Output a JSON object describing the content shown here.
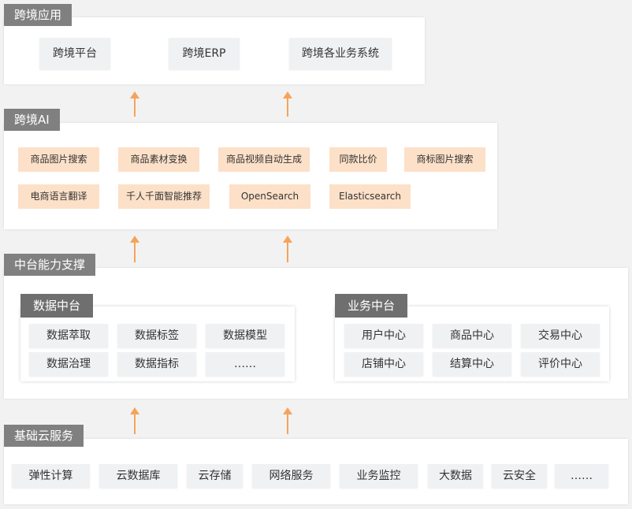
{
  "layers": {
    "app": {
      "title": "跨境应用",
      "items": [
        "跨境平台",
        "跨境ERP",
        "跨境各业务系统"
      ]
    },
    "ai": {
      "title": "跨境AI",
      "row1": [
        "商品图片搜索",
        "商品素材变换",
        "商品视频自动生成",
        "同款比价",
        "商标图片搜索"
      ],
      "row2": [
        "电商语言翻译",
        "千人千面智能推荐",
        "OpenSearch",
        "Elasticsearch"
      ]
    },
    "middle": {
      "title": "中台能力支撑",
      "data": {
        "title": "数据中台",
        "items": [
          "数据萃取",
          "数据标签",
          "数据模型",
          "数据治理",
          "数据指标",
          "……"
        ]
      },
      "business": {
        "title": "业务中台",
        "items": [
          "用户中心",
          "商品中心",
          "交易中心",
          "店铺中心",
          "结算中心",
          "评价中心"
        ]
      }
    },
    "cloud": {
      "title": "基础云服务",
      "items": [
        "弹性计算",
        "云数据库",
        "云存储",
        "网络服务",
        "业务监控",
        "大数据",
        "云安全",
        "……"
      ]
    }
  },
  "colors": {
    "arrow": "#f6a35a",
    "ai_box": "#fde0c8",
    "box": "#eff1f3",
    "title_bg": "#808080"
  }
}
